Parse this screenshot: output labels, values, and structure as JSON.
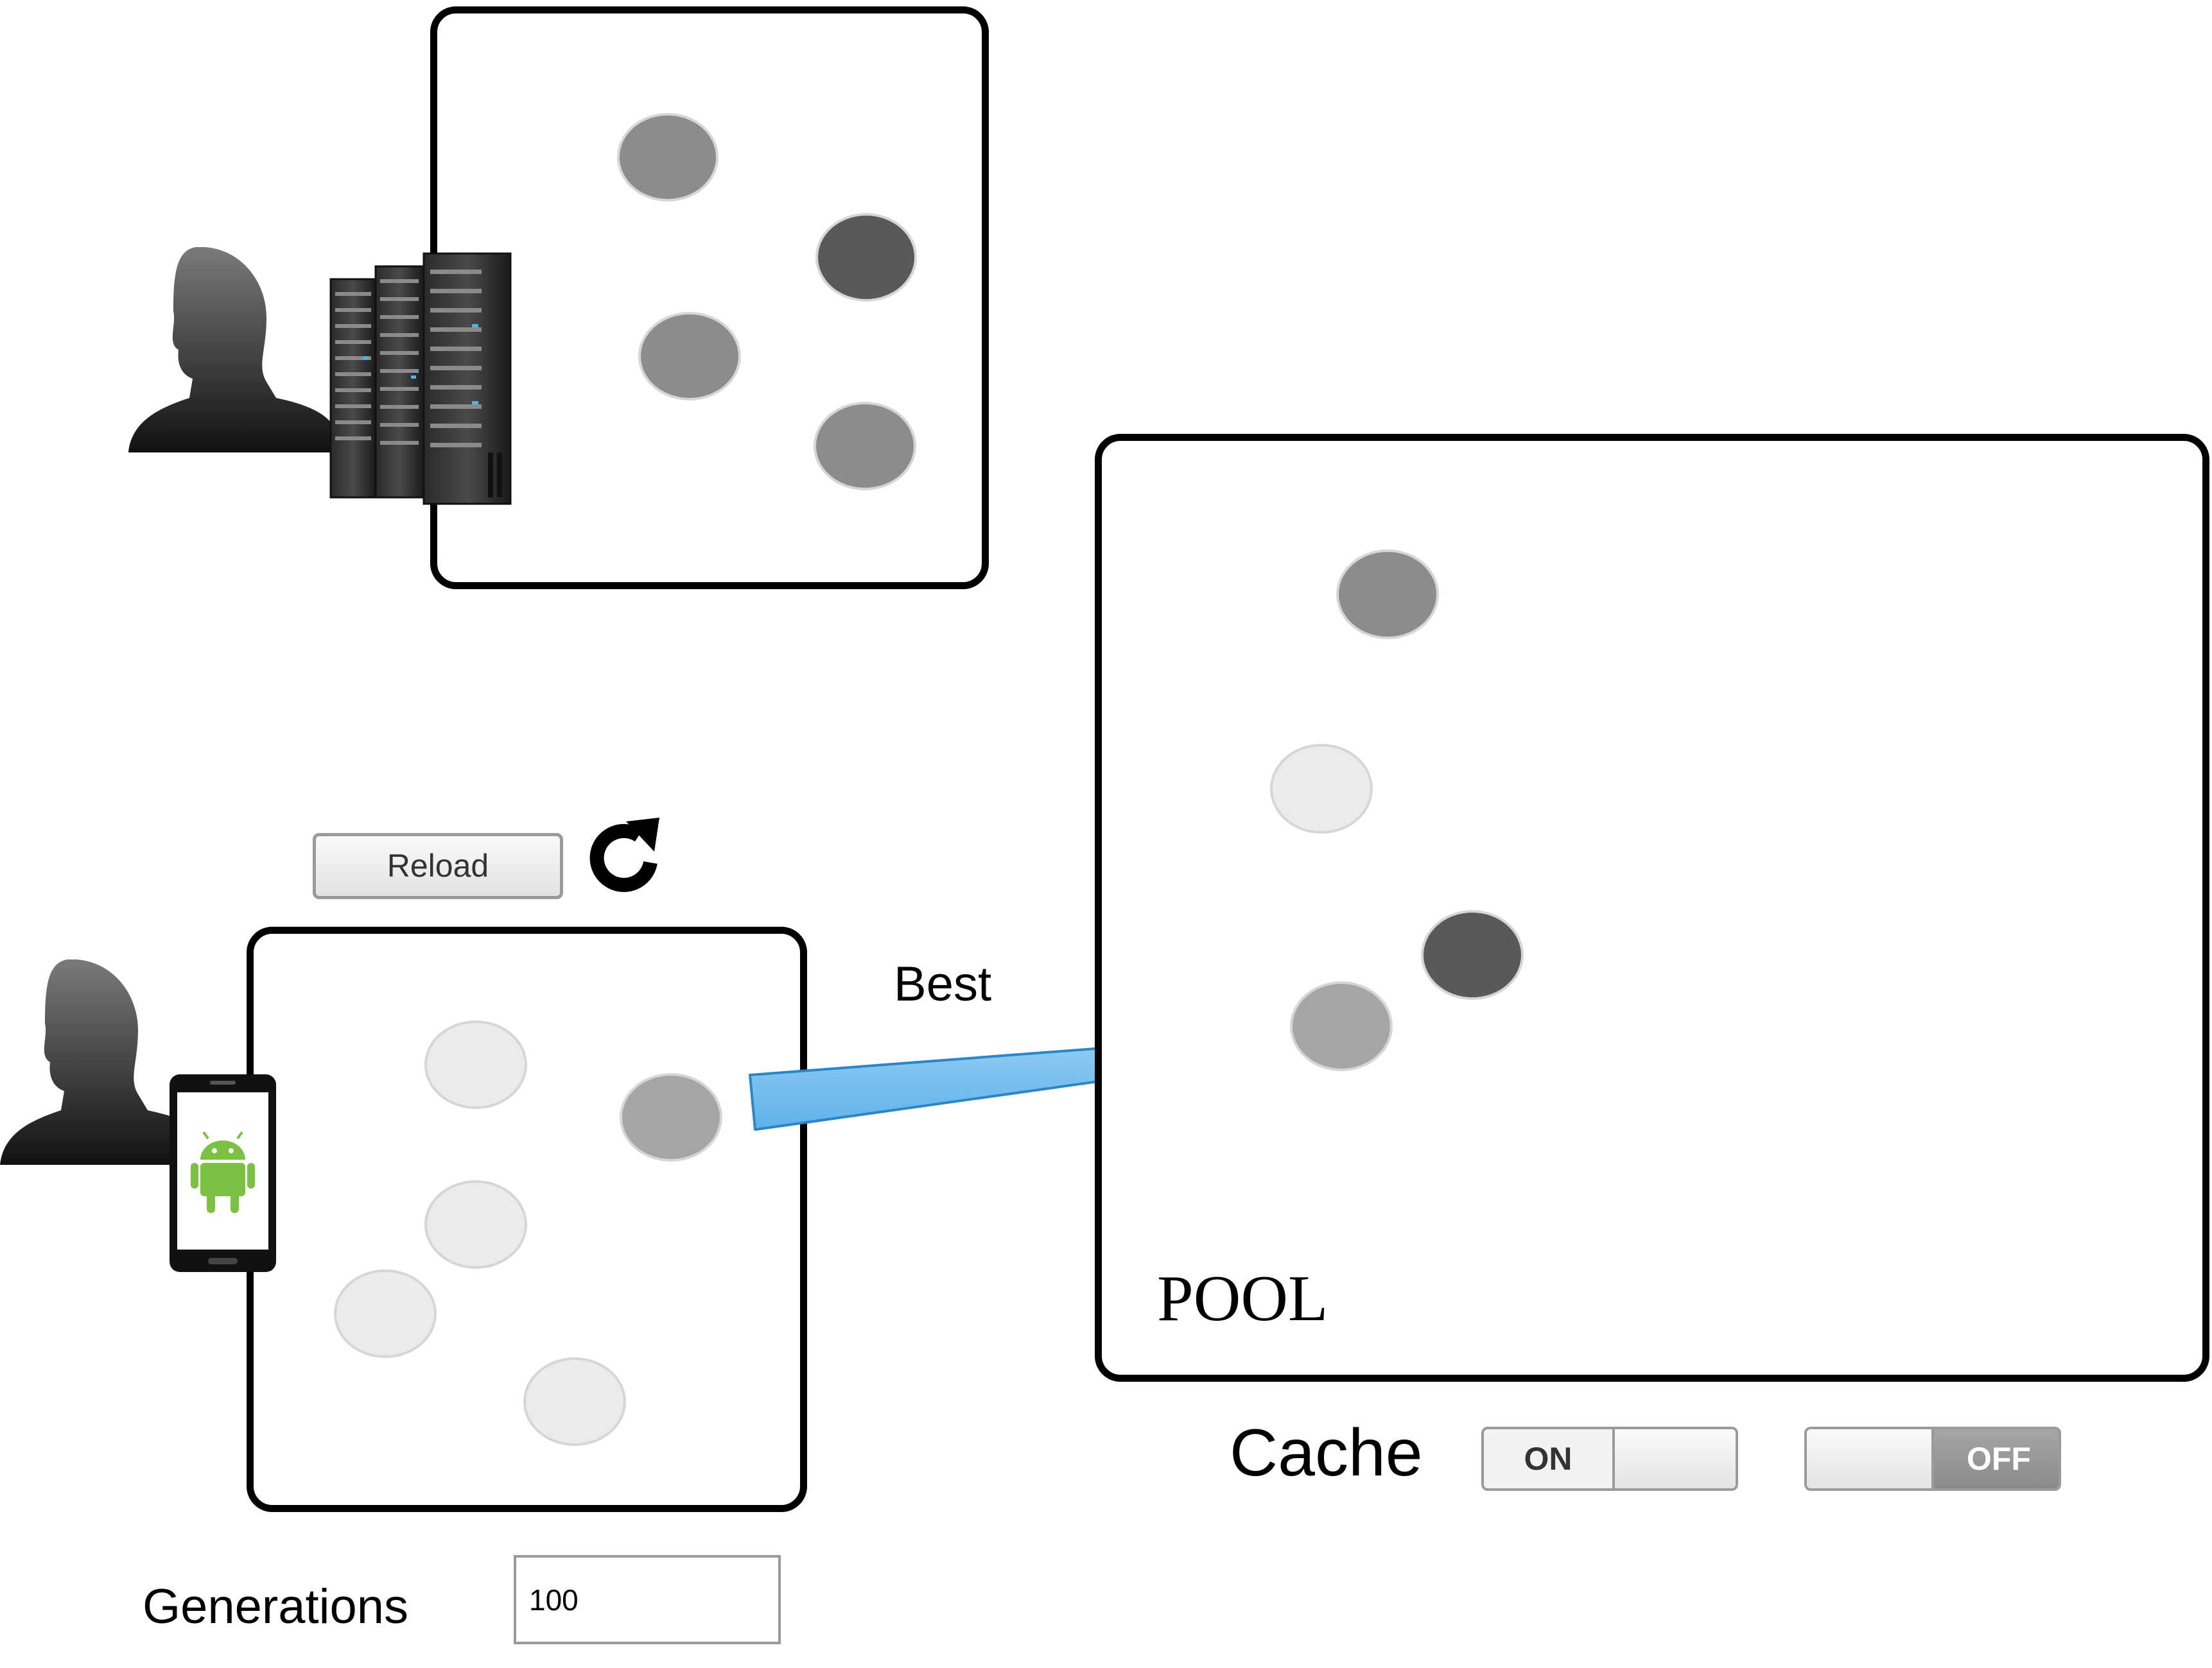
{
  "server_section": {
    "icons": [
      "user-silhouette-icon",
      "server-rack-icon"
    ]
  },
  "client_section": {
    "icons": [
      "user-silhouette-icon",
      "android-phone-icon"
    ],
    "reload_button": "Reload",
    "reload_icon": "refresh-icon",
    "generations_label": "Generations",
    "generations_value": "100"
  },
  "arrow": {
    "label": "Best",
    "color": "#7dc3f0"
  },
  "pool": {
    "label": "POOL"
  },
  "cache": {
    "label": "Cache",
    "toggle_on_label": "ON",
    "toggle_off_label": "OFF"
  }
}
